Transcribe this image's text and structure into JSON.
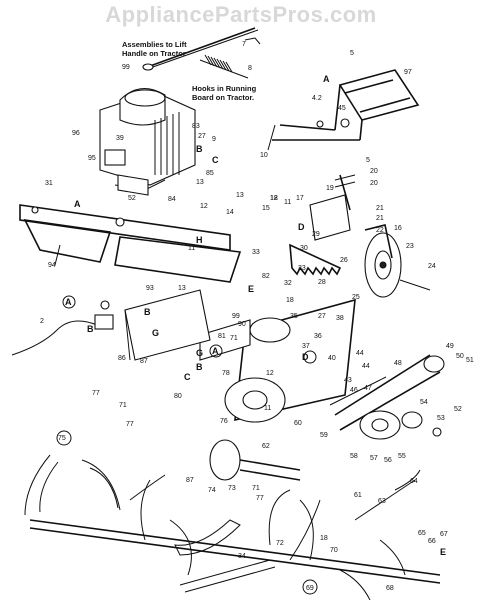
{
  "watermark": "AppliancePartsPros.com",
  "notes": {
    "lift_handle": [
      "Assemblies to Lift",
      "Handle on Tractor"
    ],
    "running_board": [
      "Hooks in Running",
      "Board on Tractor."
    ]
  },
  "callouts": [
    {
      "id": "c99",
      "text": "99"
    },
    {
      "id": "c7",
      "text": "7"
    },
    {
      "id": "c8",
      "text": "8"
    },
    {
      "id": "c5a",
      "text": "5"
    },
    {
      "id": "c97",
      "text": "97"
    },
    {
      "id": "cA1",
      "text": "A"
    },
    {
      "id": "c42",
      "text": "4.2"
    },
    {
      "id": "c45",
      "text": "45"
    },
    {
      "id": "c10",
      "text": "10"
    },
    {
      "id": "c96",
      "text": "96"
    },
    {
      "id": "c39",
      "text": "39"
    },
    {
      "id": "c83",
      "text": "83"
    },
    {
      "id": "c27",
      "text": "27"
    },
    {
      "id": "c9",
      "text": "9"
    },
    {
      "id": "cB1",
      "text": "B"
    },
    {
      "id": "cC1",
      "text": "C"
    },
    {
      "id": "c95",
      "text": "95"
    },
    {
      "id": "c85",
      "text": "85"
    },
    {
      "id": "c13a",
      "text": "13"
    },
    {
      "id": "c31",
      "text": "31"
    },
    {
      "id": "c52",
      "text": "52"
    },
    {
      "id": "cA2",
      "text": "A"
    },
    {
      "id": "c84",
      "text": "84"
    },
    {
      "id": "c13b",
      "text": "13"
    },
    {
      "id": "c12a",
      "text": "12"
    },
    {
      "id": "c14",
      "text": "14"
    },
    {
      "id": "c11a",
      "text": "11"
    },
    {
      "id": "cH",
      "text": "H"
    },
    {
      "id": "c94",
      "text": "94"
    },
    {
      "id": "c93",
      "text": "93"
    },
    {
      "id": "c5b",
      "text": "5"
    },
    {
      "id": "c20a",
      "text": "20"
    },
    {
      "id": "c20b",
      "text": "20"
    },
    {
      "id": "c19",
      "text": "19"
    },
    {
      "id": "c21a",
      "text": "21"
    },
    {
      "id": "c21b",
      "text": "21"
    },
    {
      "id": "c22",
      "text": "22"
    },
    {
      "id": "c16",
      "text": "16"
    },
    {
      "id": "c23",
      "text": "23"
    },
    {
      "id": "c24",
      "text": "24"
    },
    {
      "id": "c25",
      "text": "25"
    },
    {
      "id": "c17",
      "text": "17"
    },
    {
      "id": "c18a",
      "text": "18"
    },
    {
      "id": "c15",
      "text": "15"
    },
    {
      "id": "c12b",
      "text": "12"
    },
    {
      "id": "c11b",
      "text": "11"
    },
    {
      "id": "cD1",
      "text": "D"
    },
    {
      "id": "c29",
      "text": "29"
    },
    {
      "id": "c30",
      "text": "30"
    },
    {
      "id": "c28",
      "text": "28"
    },
    {
      "id": "c26",
      "text": "26"
    },
    {
      "id": "c82",
      "text": "82"
    },
    {
      "id": "c33a",
      "text": "33"
    },
    {
      "id": "cE1",
      "text": "E"
    },
    {
      "id": "c32",
      "text": "32"
    },
    {
      "id": "c33b",
      "text": "33"
    },
    {
      "id": "c18b",
      "text": "18"
    },
    {
      "id": "c35",
      "text": "35"
    },
    {
      "id": "c2",
      "text": "2"
    },
    {
      "id": "cA3",
      "text": "A"
    },
    {
      "id": "cB2",
      "text": "B"
    },
    {
      "id": "c86",
      "text": "86"
    },
    {
      "id": "c13c",
      "text": "13"
    },
    {
      "id": "cB3",
      "text": "B"
    },
    {
      "id": "cG1",
      "text": "G"
    },
    {
      "id": "c99b",
      "text": "99"
    },
    {
      "id": "c90",
      "text": "90"
    },
    {
      "id": "c81",
      "text": "81"
    },
    {
      "id": "c71a",
      "text": "71"
    },
    {
      "id": "cA4",
      "text": "A"
    },
    {
      "id": "cG2",
      "text": "G"
    },
    {
      "id": "cB4",
      "text": "B"
    },
    {
      "id": "c27b",
      "text": "27"
    },
    {
      "id": "c38",
      "text": "38"
    },
    {
      "id": "c36",
      "text": "36"
    },
    {
      "id": "c37",
      "text": "37"
    },
    {
      "id": "cD2",
      "text": "D"
    },
    {
      "id": "c40",
      "text": "40"
    },
    {
      "id": "c44a",
      "text": "44"
    },
    {
      "id": "c44b",
      "text": "44"
    },
    {
      "id": "c43",
      "text": "43"
    },
    {
      "id": "c46",
      "text": "46"
    },
    {
      "id": "c47",
      "text": "47"
    },
    {
      "id": "c48",
      "text": "48"
    },
    {
      "id": "c49",
      "text": "49"
    },
    {
      "id": "c50",
      "text": "50"
    },
    {
      "id": "c51",
      "text": "51"
    },
    {
      "id": "c87a",
      "text": "87"
    },
    {
      "id": "c80",
      "text": "80"
    },
    {
      "id": "cC2",
      "text": "C"
    },
    {
      "id": "c77a",
      "text": "77"
    },
    {
      "id": "c71b",
      "text": "71"
    },
    {
      "id": "c77b",
      "text": "77"
    },
    {
      "id": "c78",
      "text": "78"
    },
    {
      "id": "c12c",
      "text": "12"
    },
    {
      "id": "c11c",
      "text": "11"
    },
    {
      "id": "c60",
      "text": "60"
    },
    {
      "id": "c59",
      "text": "59"
    },
    {
      "id": "c53",
      "text": "53"
    },
    {
      "id": "c52b",
      "text": "52"
    },
    {
      "id": "c54",
      "text": "54"
    },
    {
      "id": "c55",
      "text": "55"
    },
    {
      "id": "c56",
      "text": "56"
    },
    {
      "id": "c57",
      "text": "57"
    },
    {
      "id": "c58",
      "text": "58"
    },
    {
      "id": "c76",
      "text": "76"
    },
    {
      "id": "c62",
      "text": "62"
    },
    {
      "id": "c75",
      "text": "75"
    },
    {
      "id": "c87b",
      "text": "87"
    },
    {
      "id": "c74",
      "text": "74"
    },
    {
      "id": "c73",
      "text": "73"
    },
    {
      "id": "c71c",
      "text": "71"
    },
    {
      "id": "c77c",
      "text": "77"
    },
    {
      "id": "c72",
      "text": "72"
    },
    {
      "id": "c61",
      "text": "61"
    },
    {
      "id": "c64",
      "text": "64"
    },
    {
      "id": "c34",
      "text": "34"
    },
    {
      "id": "c18c",
      "text": "18"
    },
    {
      "id": "c70",
      "text": "70"
    },
    {
      "id": "c65",
      "text": "65"
    },
    {
      "id": "c66",
      "text": "66"
    },
    {
      "id": "c67",
      "text": "67"
    },
    {
      "id": "cE2",
      "text": "E"
    },
    {
      "id": "c69",
      "text": "69"
    },
    {
      "id": "c68",
      "text": "68"
    },
    {
      "id": "c63",
      "text": "63"
    }
  ]
}
